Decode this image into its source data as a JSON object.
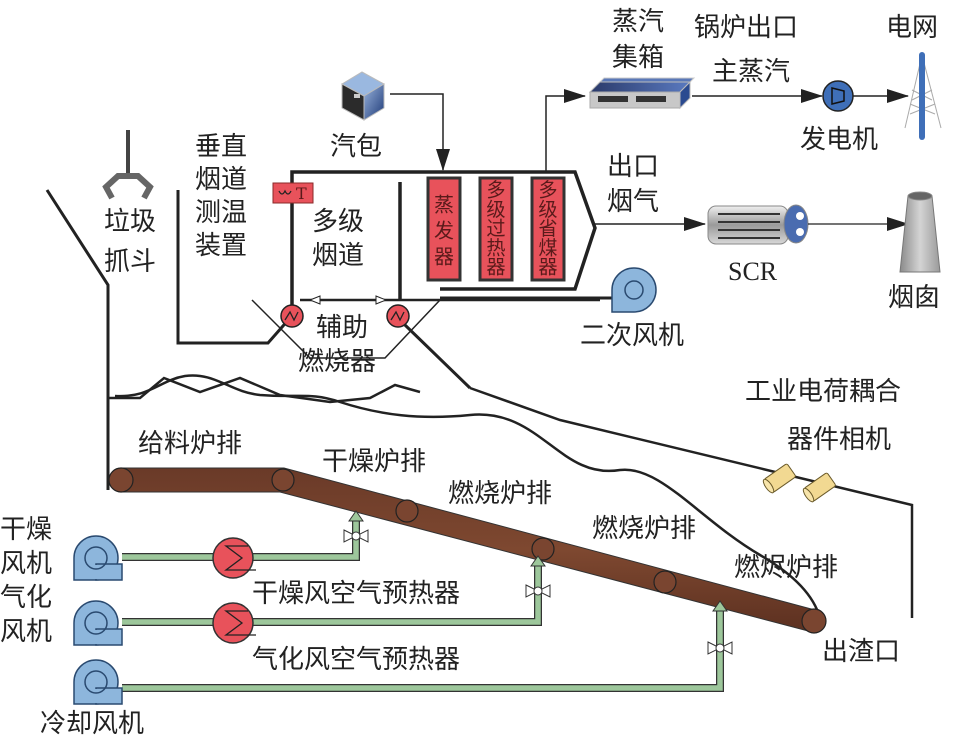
{
  "title": "垃圾焚烧电厂工艺流程示意图",
  "colors": {
    "line": "#222222",
    "exchanger_red": "#e8525b",
    "fan_blue": "#8db6dc",
    "air_pipe_green": "#9dc79b",
    "grate_brown": "#7a4530",
    "camera_yellow": "#f2d992",
    "generator_blue": "#3f6fb8"
  },
  "labels": {
    "steam_header": [
      "蒸汽",
      "集箱"
    ],
    "boiler_outlet_steam": [
      "锅炉出口",
      "主蒸汽"
    ],
    "grid": "电网",
    "generator": "发电机",
    "drum": "汽包",
    "vertical_flue_temp": [
      "垂直",
      "烟道",
      "测温",
      "装置"
    ],
    "grab": [
      "垃圾",
      "抓斗"
    ],
    "multi_flue": [
      "多级",
      "烟道"
    ],
    "evaporator": "蒸发器",
    "superheater": "多级过热器",
    "economizer": "多级省煤器",
    "outlet_flue_gas": [
      "出口",
      "烟气"
    ],
    "scr": "SCR",
    "chimney": "烟囱",
    "secondary_fan": "二次风机",
    "aux_burner": [
      "辅助",
      "燃烧器"
    ],
    "temp_sensor": "T",
    "camera": [
      "工业电荷耦合",
      "器件相机"
    ],
    "feed_grate": "给料炉排",
    "dry_grate": "干燥炉排",
    "burn_grate_1": "燃烧炉排",
    "burn_grate_2": "燃烧炉排",
    "burnout_grate": "燃烬炉排",
    "slag_outlet": "出渣口",
    "dry_fan": [
      "干燥",
      "风机"
    ],
    "gasify_fan": [
      "气化",
      "风机"
    ],
    "cool_fan": "冷却风机",
    "dry_air_preheater": "干燥风空气预热器",
    "gasify_air_preheater": "气化风空气预热器"
  },
  "icons": {
    "drum": "server-cube-icon",
    "steam_header": "header-box-icon",
    "generator": "generator-icon",
    "grid": "transmission-tower-icon",
    "scr": "scr-reactor-icon",
    "chimney": "chimney-icon",
    "fan": "centrifugal-fan-icon",
    "preheater": "heat-exchanger-icon",
    "valve": "valve-icon",
    "burner": "burner-icon",
    "grab": "grab-claw-icon",
    "camera": "ccd-camera-icon"
  }
}
